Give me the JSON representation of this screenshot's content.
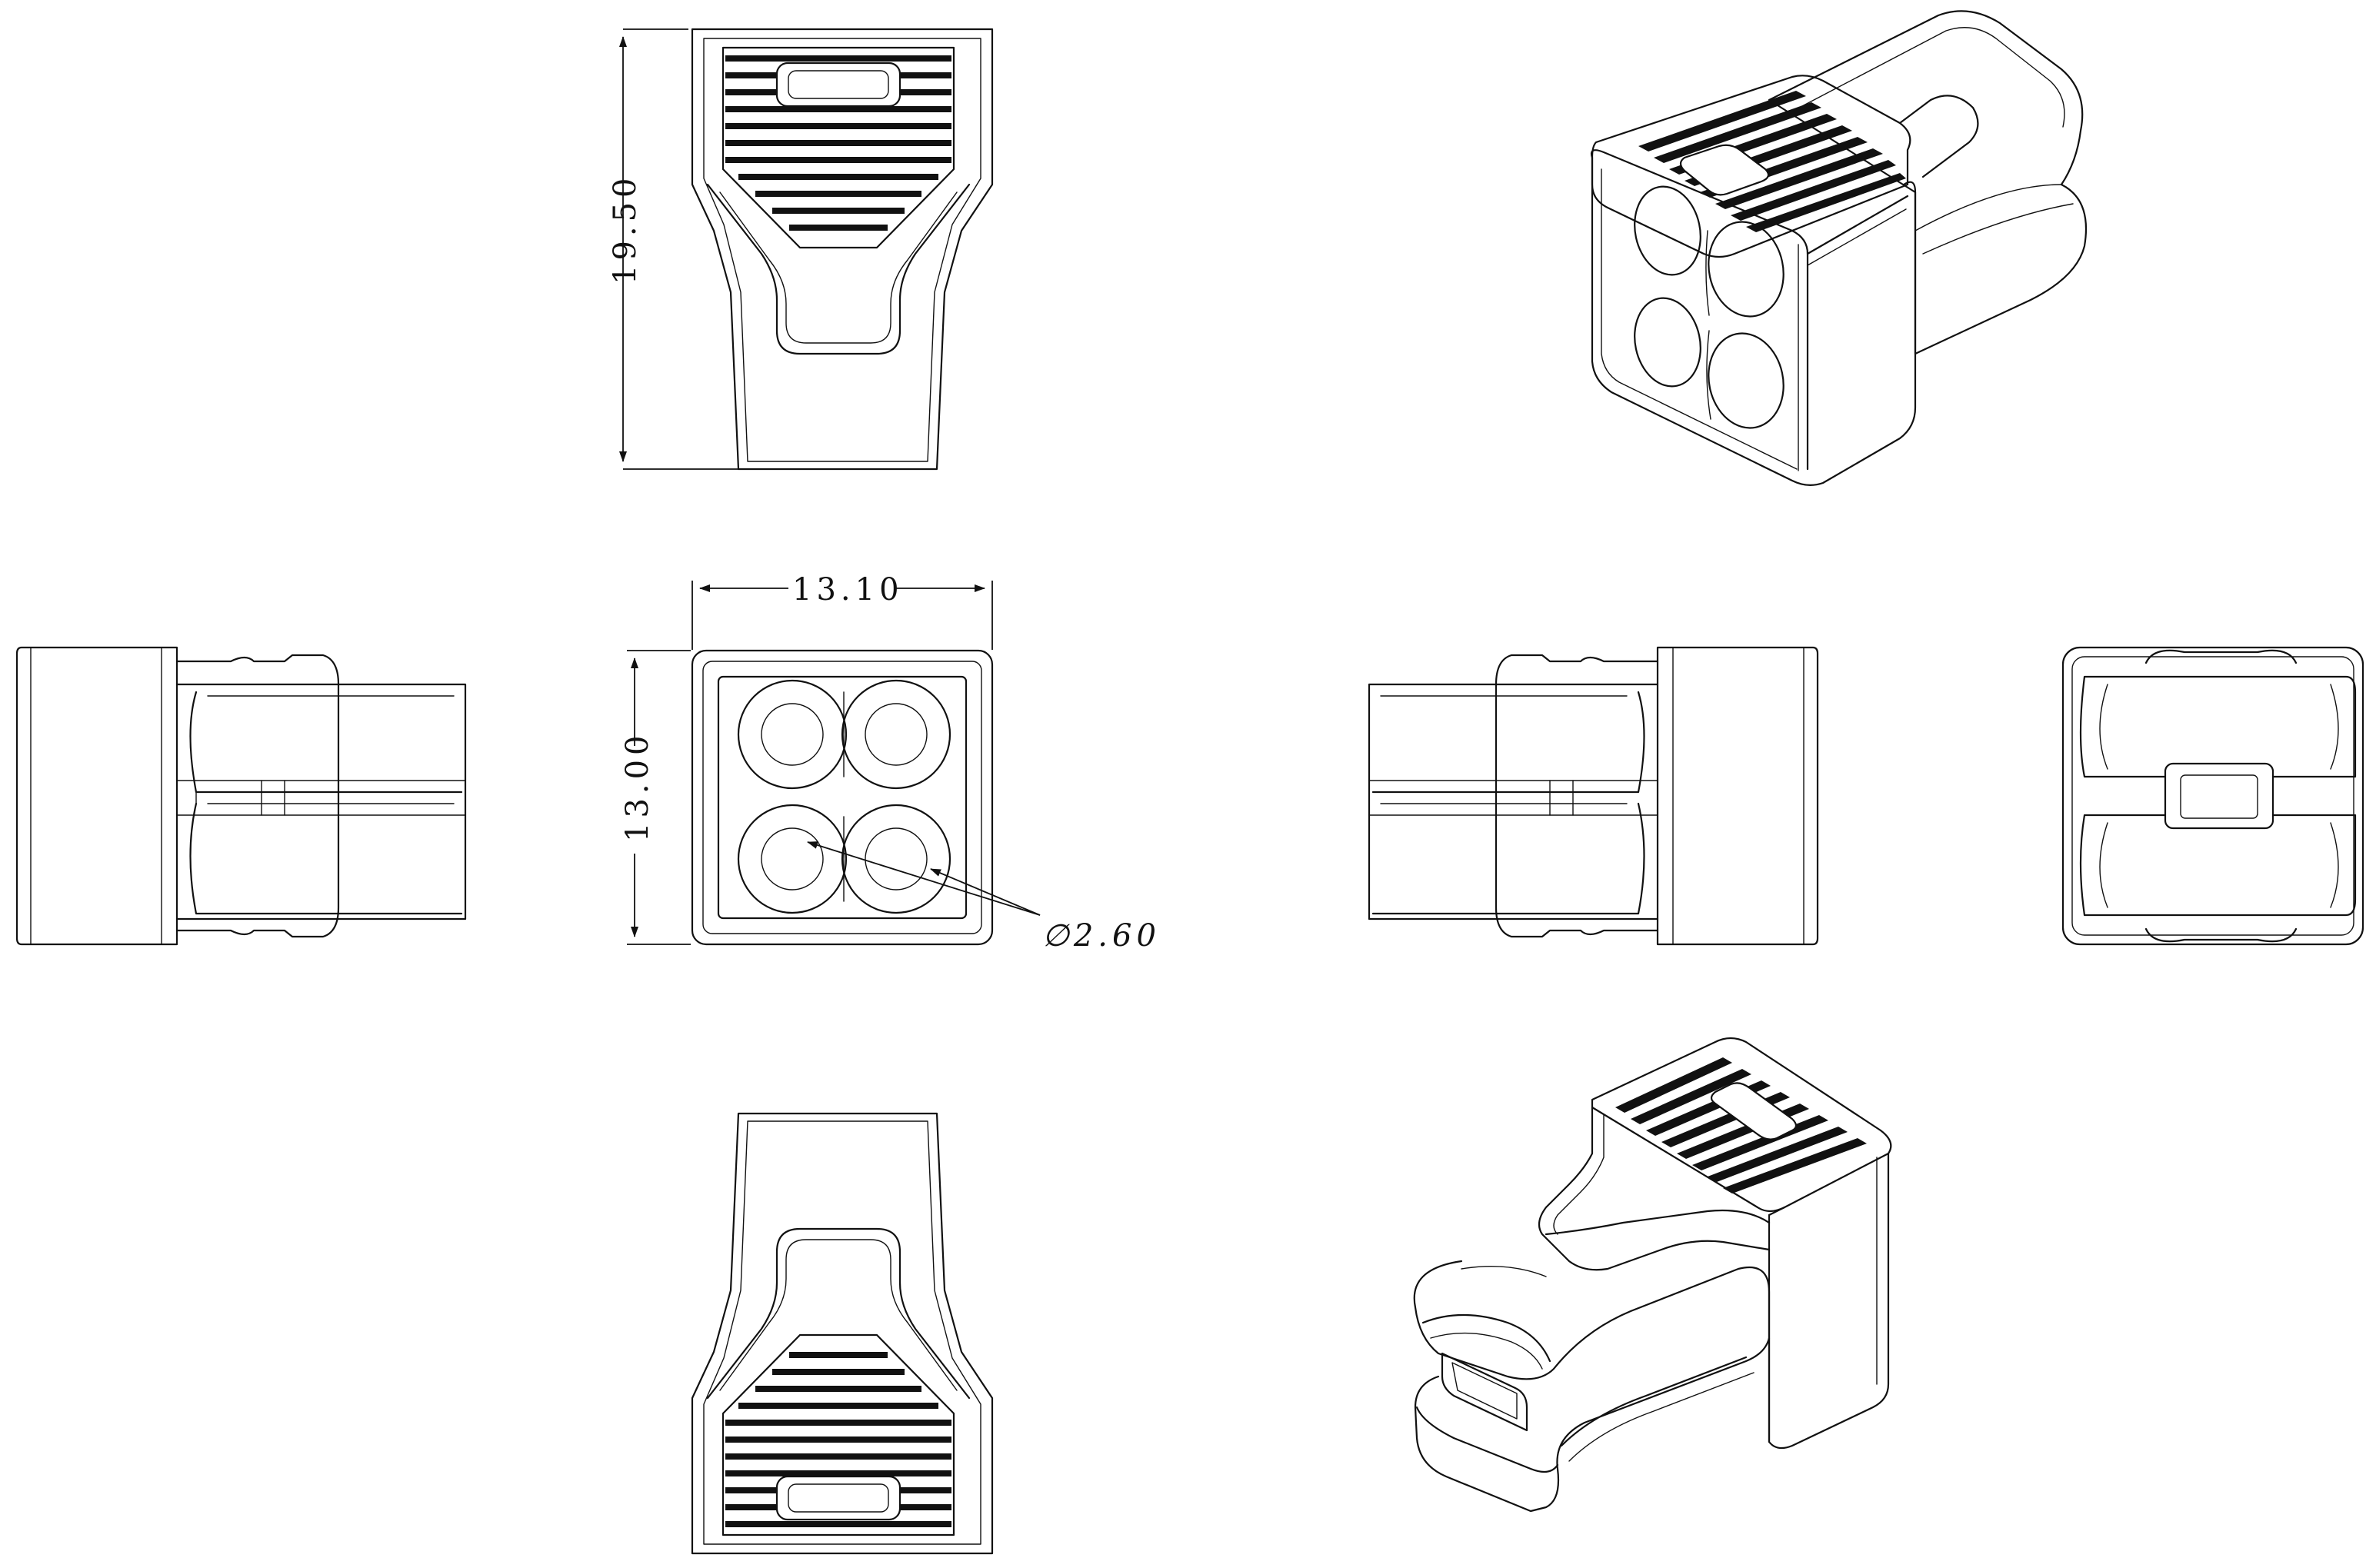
{
  "dimensions": {
    "height": "19.50",
    "width": "13.10",
    "depth": "13.00",
    "hole_diameter": "∅2.60"
  },
  "colors": {
    "line": "#111111",
    "background": "#ffffff"
  }
}
